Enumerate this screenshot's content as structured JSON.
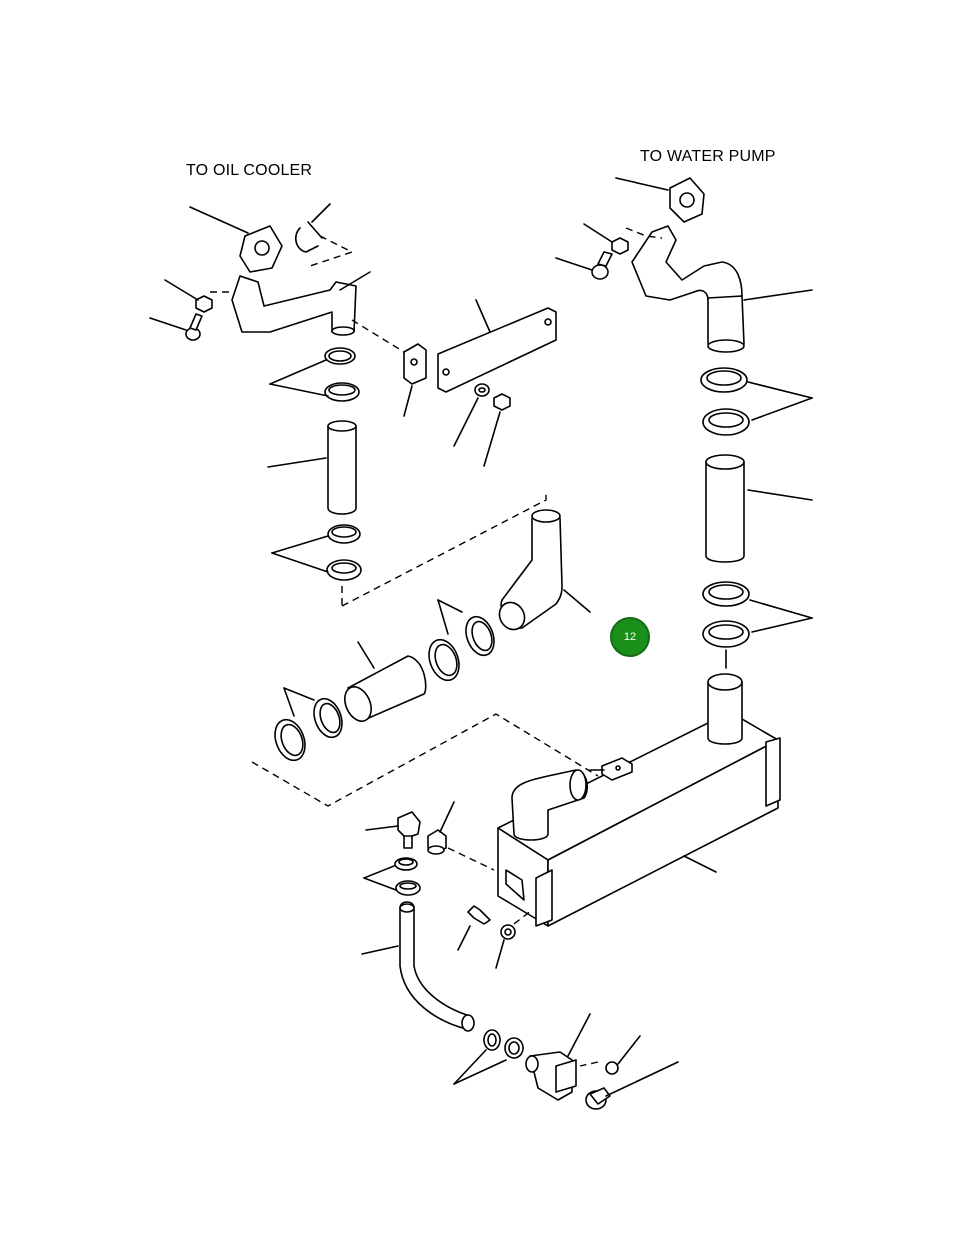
{
  "labels": {
    "oil_cooler": "TO OIL COOLER",
    "water_pump": "TO WATER PUMP"
  },
  "callout": {
    "number": "12",
    "color": "#1a8f1a"
  },
  "colors": {
    "line": "#000000",
    "background": "#ffffff"
  }
}
